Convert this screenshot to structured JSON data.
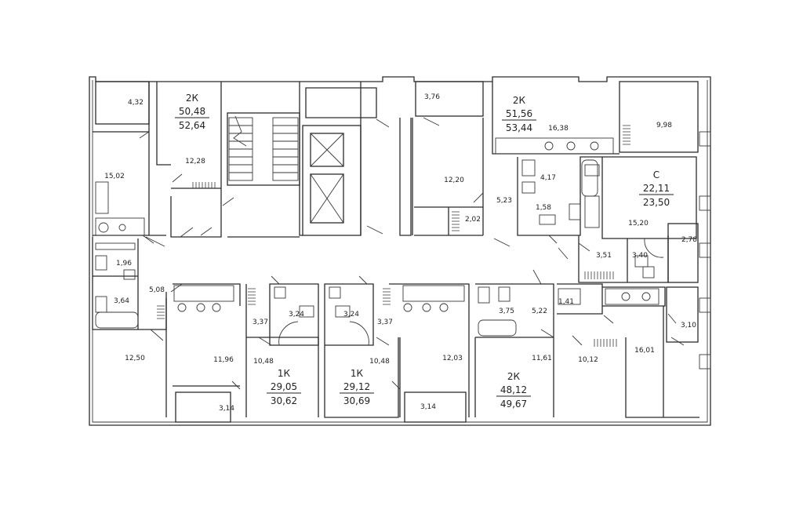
{
  "plan": {
    "title": "",
    "colors": {
      "wall": "#2b2b2b",
      "background": "#ffffff",
      "text": "#222222"
    },
    "apartments": [
      {
        "id": "apt-a",
        "type": "2К",
        "living": "50,48",
        "total": "52,64"
      },
      {
        "id": "apt-b",
        "type": "2К",
        "living": "51,56",
        "total": "53,44"
      },
      {
        "id": "apt-c",
        "type": "С",
        "living": "22,11",
        "total": "23,50"
      },
      {
        "id": "apt-d",
        "type": "1К",
        "living": "29,05",
        "total": "30,62"
      },
      {
        "id": "apt-e",
        "type": "1К",
        "living": "29,12",
        "total": "30,69"
      },
      {
        "id": "apt-f",
        "type": "2К",
        "living": "48,12",
        "total": "49,67"
      }
    ],
    "rooms": [
      "4,32",
      "15,02",
      "12,28",
      "3,76",
      "12,20",
      "2,02",
      "5,23",
      "4,17",
      "1,58",
      "16,38",
      "9,98",
      "15,20",
      "2,78",
      "3,51",
      "3,40",
      "1,96",
      "3,64",
      "5,08",
      "12,50",
      "11,96",
      "3,37",
      "3,24",
      "10,48",
      "3,14",
      "3,24",
      "3,37",
      "10,48",
      "12,03",
      "3,14",
      "3,75",
      "5,22",
      "1,41",
      "11,61",
      "10,12",
      "16,01",
      "3,10"
    ]
  }
}
